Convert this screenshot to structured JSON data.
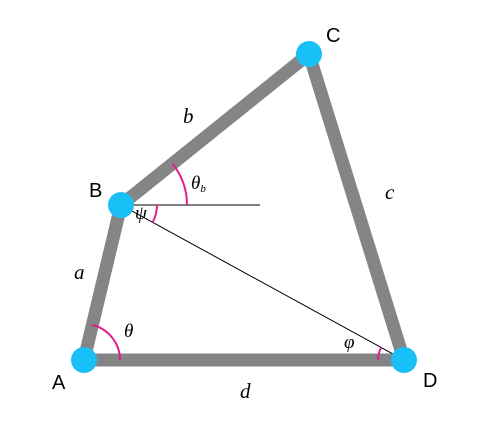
{
  "colors": {
    "bar": "#858585",
    "joint": "#19c0f5",
    "angle_arc": "#e0208a",
    "thin_line": "#000000"
  },
  "vertices": {
    "A": "A",
    "B": "B",
    "C": "C",
    "D": "D"
  },
  "sides": {
    "a": "a",
    "b": "b",
    "c": "c",
    "d": "d"
  },
  "angles": {
    "theta": "θ",
    "theta_b_symbol": "θ",
    "theta_b_subscript": "b",
    "psi": "ψ",
    "phi": "φ"
  }
}
